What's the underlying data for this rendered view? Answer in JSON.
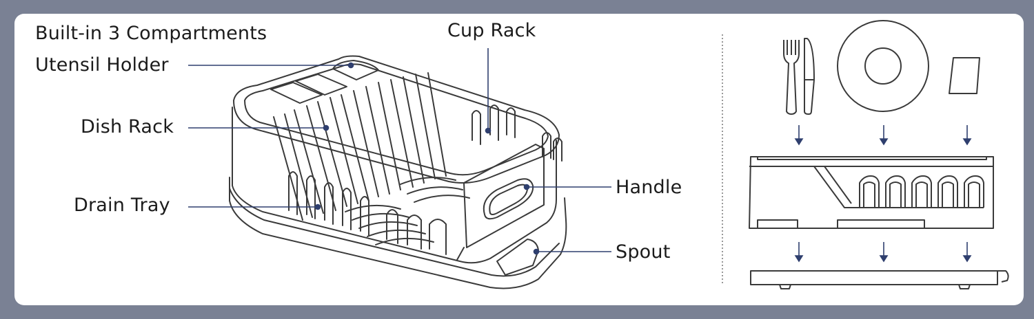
{
  "diagram": {
    "labels": {
      "compartments": "Built-in 3 Compartments",
      "utensil_holder": "Utensil Holder",
      "cup_rack": "Cup Rack",
      "dish_rack": "Dish Rack",
      "drain_tray": "Drain Tray",
      "handle": "Handle",
      "spout": "Spout"
    },
    "colors": {
      "background": "#7a8194",
      "panel": "#ffffff",
      "leader_line": "#2f3f6e",
      "outline": "#3a3a3a"
    },
    "icons": [
      "fork-icon",
      "knife-icon",
      "plate-icon",
      "cup-icon",
      "down-arrow-icon"
    ]
  }
}
